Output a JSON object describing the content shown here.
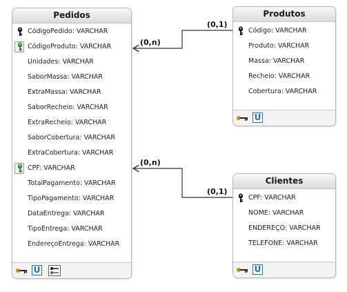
{
  "entities": {
    "pedidos": {
      "title": "Pedidos",
      "fields": [
        {
          "text": "CódigoPedido: VARCHAR",
          "key": "pk"
        },
        {
          "text": "CódigoProduto: VARCHAR",
          "key": "fk"
        },
        {
          "text": "Unidades: VARCHAR",
          "key": ""
        },
        {
          "text": "SaborMassa: VARCHAR",
          "key": ""
        },
        {
          "text": "ExtraMassa: VARCHAR",
          "key": ""
        },
        {
          "text": "SaborRecheio: VARCHAR",
          "key": ""
        },
        {
          "text": "ExtraRecheio: VARCHAR",
          "key": ""
        },
        {
          "text": "SaborCobertura: VARCHAR",
          "key": ""
        },
        {
          "text": "ExtraCobertura: VARCHAR",
          "key": ""
        },
        {
          "text": "CPF: VARCHAR",
          "key": "fk"
        },
        {
          "text": "TotalPagamento: VARCHAR",
          "key": ""
        },
        {
          "text": "TipoPagamento: VARCHAR",
          "key": ""
        },
        {
          "text": "DataEntrega: VARCHAR",
          "key": ""
        },
        {
          "text": "TipoEntrega: VARCHAR",
          "key": ""
        },
        {
          "text": "EndereçoEntrega: VARCHAR",
          "key": ""
        }
      ],
      "footer_icons": [
        "key-icon",
        "unique-icon",
        "foreign-key-icon"
      ]
    },
    "produtos": {
      "title": "Produtos",
      "fields": [
        {
          "text": "Código: VARCHAR",
          "key": "pk"
        },
        {
          "text": "Produto: VARCHAR",
          "key": ""
        },
        {
          "text": "Massa: VARCHAR",
          "key": ""
        },
        {
          "text": "Recheio: VARCHAR",
          "key": ""
        },
        {
          "text": "Cobertura: VARCHAR",
          "key": ""
        }
      ],
      "footer_icons": [
        "key-icon",
        "unique-icon"
      ]
    },
    "clientes": {
      "title": "Clientes",
      "fields": [
        {
          "text": "CPF: VARCHAR",
          "key": "pk"
        },
        {
          "text": "NOME: VARCHAR",
          "key": ""
        },
        {
          "text": "ENDEREÇO: VARCHAR",
          "key": ""
        },
        {
          "text": "TELEFONE: VARCHAR",
          "key": ""
        }
      ],
      "footer_icons": [
        "key-icon",
        "unique-icon"
      ]
    }
  },
  "relationships": [
    {
      "from": "produtos",
      "to": "pedidos",
      "from_card": "(0,1)",
      "to_card": "(0,n)"
    },
    {
      "from": "clientes",
      "to": "pedidos",
      "from_card": "(0,1)",
      "to_card": "(0,n)"
    }
  ],
  "colors": {
    "pk_key": "#1a1a1a",
    "fk_key": "#2e8b3d",
    "unique": "#1c6fb0",
    "footer_key": "#c48a1e",
    "line": "#333333"
  }
}
